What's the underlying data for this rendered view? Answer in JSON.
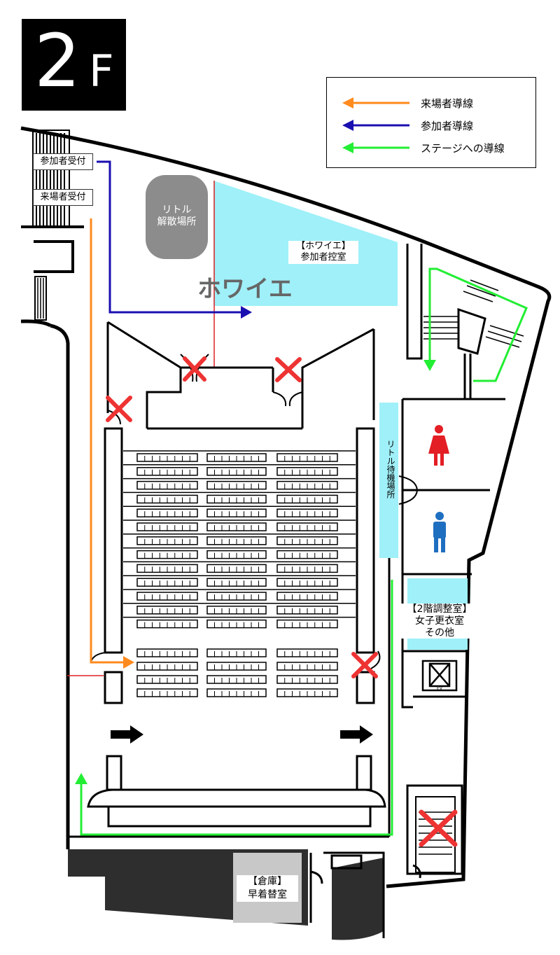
{
  "floor": {
    "number": "2",
    "suffix": "F"
  },
  "legend": {
    "items": [
      {
        "label": "来場者導線",
        "color": "#ff8a1e"
      },
      {
        "label": "参加者導線",
        "color": "#1a0fb0"
      },
      {
        "label": "ステージへの導線",
        "color": "#22ee33"
      }
    ]
  },
  "labels": {
    "participant_reception": "参加者受付",
    "visitor_reception": "来場者受付",
    "little_dismissal_line1": "リトル",
    "little_dismissal_line2": "解散場所",
    "foyer_room_line1": "【ホワイエ】",
    "foyer_room_line2": "参加者控室",
    "foyer": "ホワイエ",
    "little_waiting_area": "リトル待機場所",
    "adjust_room_line1": "【2階調整室】",
    "adjust_room_line2": "女子更衣室",
    "adjust_room_line3": "その他",
    "elevator": "EV",
    "storage_line1": "【倉庫】",
    "storage_line2": "早着替室"
  },
  "colors": {
    "visitor_route": "#ff8a1e",
    "participant_route": "#1a0fb0",
    "stage_route": "#22ee33",
    "closed_mark": "#ee3333",
    "foyer_area": "#9ff0f8",
    "dismissal_area": "#8c8c8c",
    "female_icon": "#e31e24",
    "male_icon": "#1f6fc0",
    "dark_room": "#2e2e2e",
    "storage_room": "#c8c8c8"
  },
  "icons": [
    "female-restroom-icon",
    "male-restroom-icon",
    "closed-x-icon",
    "elevator-icon",
    "direction-arrow-icon"
  ]
}
